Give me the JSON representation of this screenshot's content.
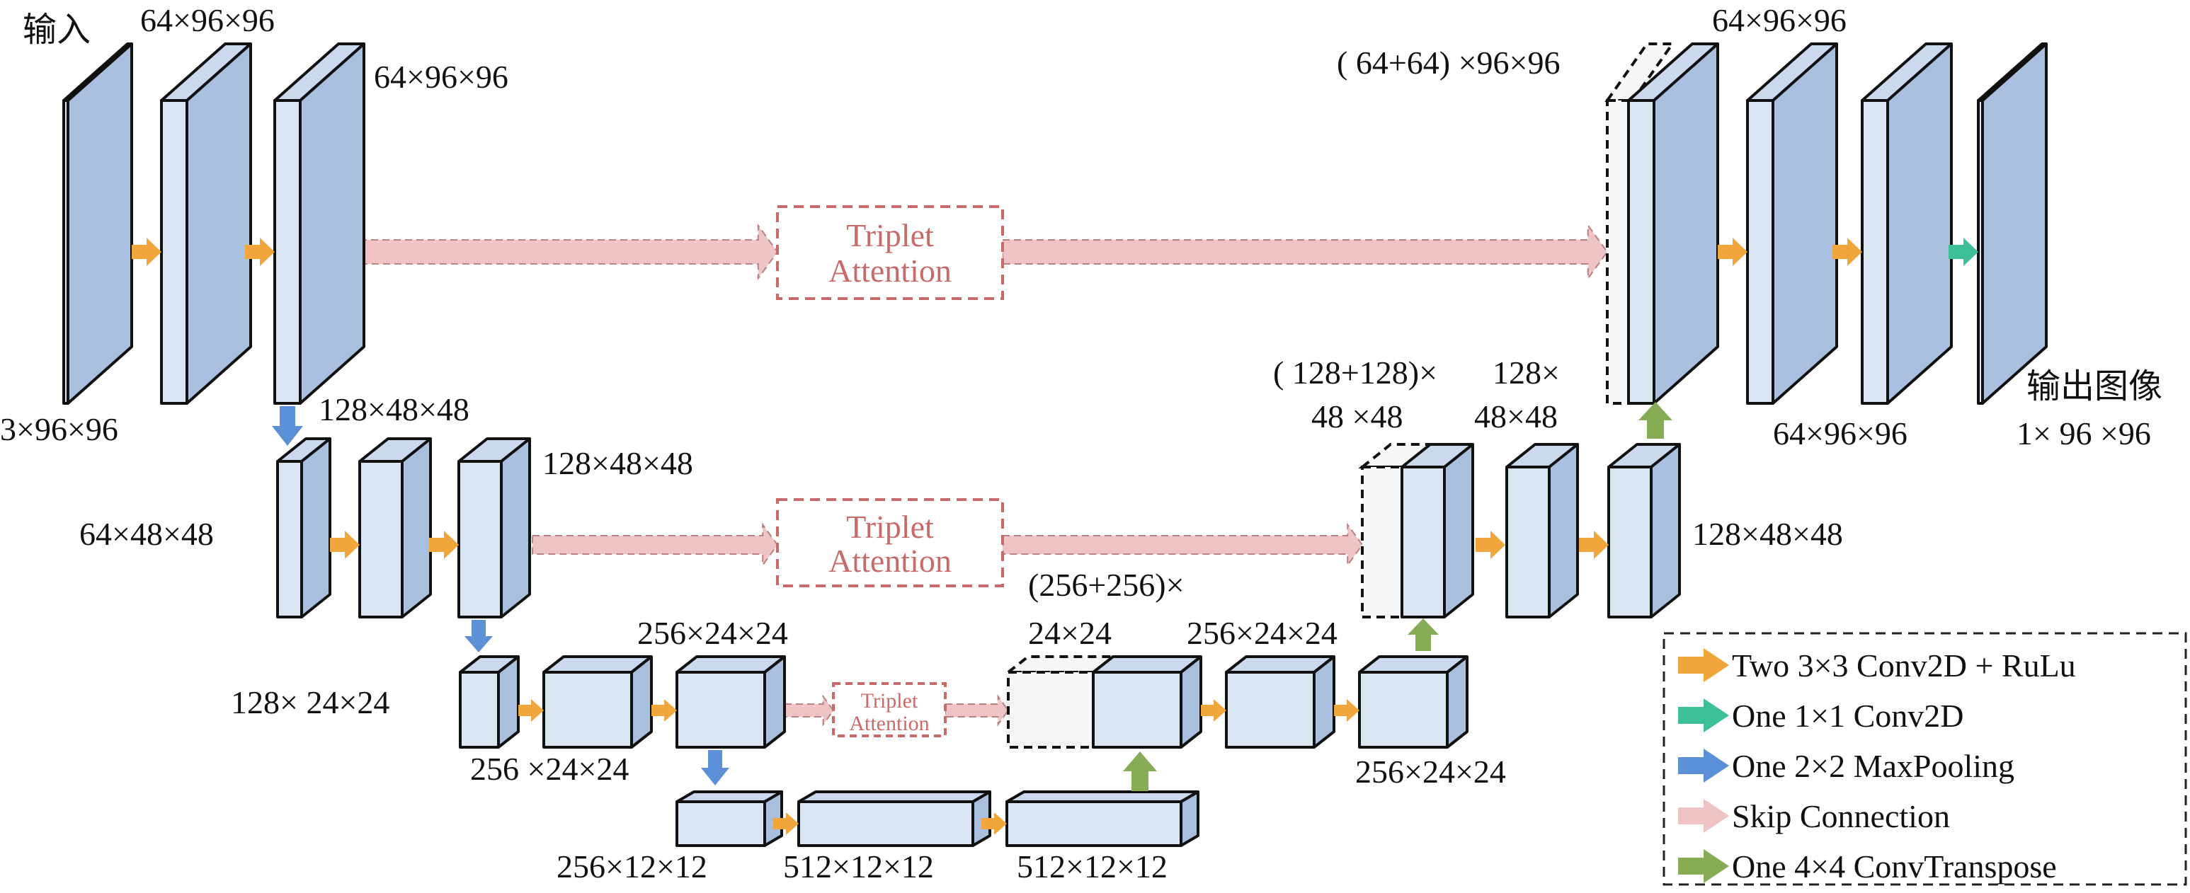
{
  "colors": {
    "front": "#dbe6f5",
    "side": "#a9bfe0",
    "top": "#cbd9ee",
    "ghost": "#f4f6f8",
    "orange": "#f0a63a",
    "teal": "#3dbf99",
    "blue": "#5b8fd6",
    "pink": "#efc4c4",
    "green": "#86ac55",
    "attention": "#c86a6a"
  },
  "labels": {
    "input": "输入",
    "output": "输出图像",
    "in_dim": "3×96×96",
    "e1a": "64×96×96",
    "e1b": "64×96×96",
    "e2_in": "64×48×48",
    "e2a": "128×48×48",
    "e2b": "128×48×48",
    "e3_in": "128× 24×24",
    "e3a": "256×24×24",
    "e3b": "256 ×24×24",
    "b_in": "256×12×12",
    "b1": "512×12×12",
    "b2": "512×12×12",
    "d3_concat_1": "(256+256)×",
    "d3_concat_2": "24×24",
    "d3a": "256×24×24",
    "d3b": "256×24×24",
    "d2_concat_1": "( 128+128)×",
    "d2_concat_2": "48 ×48",
    "d2a_1": "128×",
    "d2a_2": "48×48",
    "d2b": "128×48×48",
    "d1_concat": "( 64+64) ×96×96",
    "d1a": "64×96×96",
    "d1b": "64×96×96",
    "out_dim": "1× 96 ×96",
    "att1_1": "Triplet",
    "att1_2": "Attention",
    "att2_1": "Triplet",
    "att2_2": "Attention",
    "att3_1": "Triplet",
    "att3_2": "Attention"
  },
  "legend": {
    "items": [
      {
        "icon": "orange-arrow-icon",
        "label": "Two 3×3 Conv2D + RuLu"
      },
      {
        "icon": "teal-arrow-icon",
        "label": "One 1×1 Conv2D"
      },
      {
        "icon": "blue-arrow-icon",
        "label": "One 2×2 MaxPooling"
      },
      {
        "icon": "pink-arrow-icon",
        "label": "Skip Connection"
      },
      {
        "icon": "green-arrow-icon",
        "label": "One 4×4 ConvTranspose"
      }
    ]
  }
}
